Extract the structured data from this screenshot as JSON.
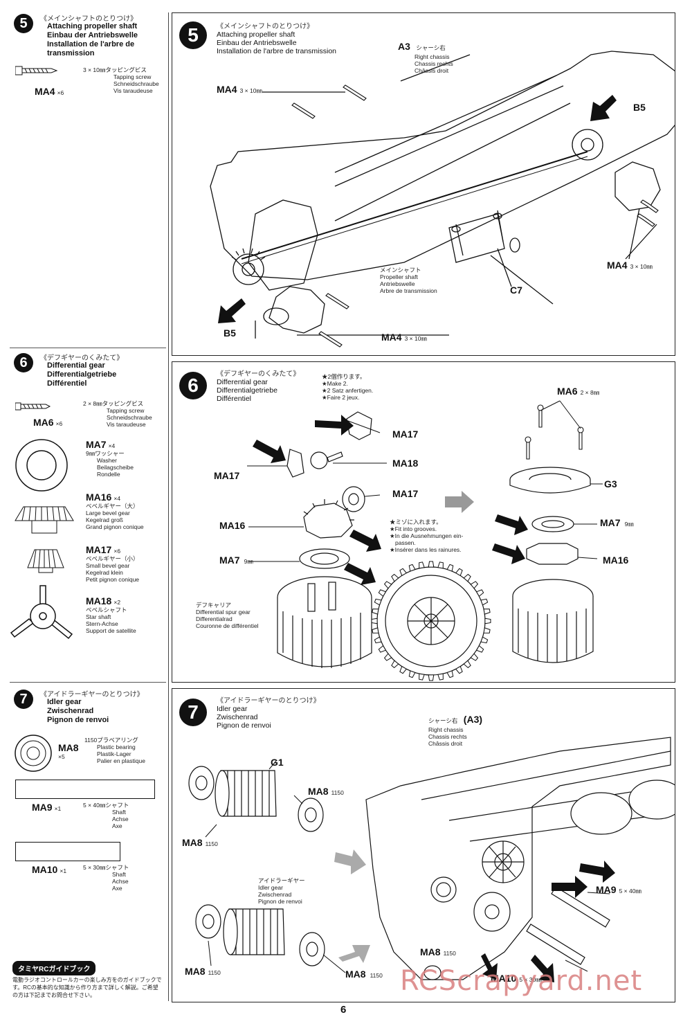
{
  "page_number": "6",
  "watermark": "RCScrapyard.net",
  "colors": {
    "ink": "#111111",
    "watermark": "#d97f7f"
  },
  "step5": {
    "number": "5",
    "jp": "《メインシャフトのとりつけ》",
    "title_en": "Attaching propeller shaft",
    "title_de": "Einbau der Antriebswelle",
    "title_fr": "Installation de l'arbre de transmission",
    "parts": [
      {
        "code": "MA4",
        "qty": "×6",
        "size_jp": "3 × 10㎜タッピングビス",
        "en": "Tapping screw",
        "de": "Schneidschraube",
        "fr": "Vis taraudeuse"
      }
    ],
    "diagram": {
      "labels": {
        "a3": "A3",
        "a3_jp": "シャーシ右",
        "a3_en": "Right chassis",
        "a3_de": "Chassis rechts",
        "a3_fr": "Châssis droit",
        "ma4_top": "MA4",
        "ma4_top_size": "3 × 10㎜",
        "b5_right": "B5",
        "b5_left": "B5",
        "ma4_right": "MA4",
        "ma4_right_size": "3 × 10㎜",
        "ma4_bottom": "MA4",
        "ma4_bottom_size": "3 × 10㎜",
        "c7": "C7",
        "shaft_jp": "メインシャフト",
        "shaft_en": "Propeller shaft",
        "shaft_de": "Antriebswelle",
        "shaft_fr": "Arbre de transmission"
      }
    }
  },
  "step6": {
    "number": "6",
    "jp": "《デフギヤーのくみたて》",
    "title_en": "Differential gear",
    "title_de": "Differentialgetriebe",
    "title_fr": "Différentiel",
    "parts": [
      {
        "code": "MA6",
        "qty": "×6",
        "size_jp": "2 × 8㎜タッピングビス",
        "en": "Tapping screw",
        "de": "Schneidschraube",
        "fr": "Vis taraudeuse"
      },
      {
        "code": "MA7",
        "qty": "×4",
        "size_jp": "9㎜ワッシャー",
        "en": "Washer",
        "de": "Beilagscheibe",
        "fr": "Rondelle"
      },
      {
        "code": "MA16",
        "qty": "×4",
        "size_jp": "ベベルギヤー（大）",
        "en": "Large bevel gear",
        "de": "Kegelrad groß",
        "fr": "Grand pignon conique"
      },
      {
        "code": "MA17",
        "qty": "×6",
        "size_jp": "ベベルギヤー（小）",
        "en": "Small bevel gear",
        "de": "Kegelrad klein",
        "fr": "Petit pignon conique"
      },
      {
        "code": "MA18",
        "qty": "×2",
        "size_jp": "ベベルシャフト",
        "en": "Star shaft",
        "de": "Stern-Achse",
        "fr": "Support de satellite"
      }
    ],
    "make2": {
      "jp": "★2個作ります。",
      "en": "★Make 2.",
      "de": "★2 Satz anfertigen.",
      "fr": "★Faire 2 jeux."
    },
    "grooves": {
      "jp": "★ミゾに入れます。",
      "en": "★Fit into grooves.",
      "de": "★In die Ausnehmungen ein-",
      "de2": "passen.",
      "fr": "★Insérer dans les rainures."
    },
    "diagram": {
      "labels": {
        "ma17_a": "MA17",
        "ma18": "MA18",
        "ma17_left": "MA17",
        "ma17_b": "MA17",
        "ma16": "MA16",
        "ma7": "MA7",
        "ma7_size": "9㎜",
        "carrier_jp": "デフキャリア",
        "carrier_en": "Differential spur gear",
        "carrier_de": "Differentialrad",
        "carrier_fr": "Couronne de différentiel",
        "ma6": "MA6",
        "ma6_size": "2 × 8㎜",
        "g3": "G3",
        "ma7_right": "MA7",
        "ma7_right_size": "9㎜",
        "ma16_right": "MA16"
      }
    }
  },
  "step7": {
    "number": "7",
    "jp": "《アイドラーギヤーのとりつけ》",
    "title_en": "Idler gear",
    "title_de": "Zwischenrad",
    "title_fr": "Pignon de renvoi",
    "parts": [
      {
        "code": "MA8",
        "qty": "×5",
        "size_jp": "1150プラベアリング",
        "en": "Plastic bearing",
        "de": "Plastik-Lager",
        "fr": "Palier en plastique"
      },
      {
        "code": "MA9",
        "qty": "×1",
        "size_jp": "5 × 40㎜シャフト",
        "en": "Shaft",
        "de": "Achse",
        "fr": "Axe"
      },
      {
        "code": "MA10",
        "qty": "×1",
        "size_jp": "5 × 30㎜シャフト",
        "en": "Shaft",
        "de": "Achse",
        "fr": "Axe"
      }
    ],
    "diagram": {
      "labels": {
        "chassis_jp": "シャーシ右",
        "chassis_code": "(A3)",
        "chassis_en": "Right chassis",
        "chassis_de": "Chassis rechts",
        "chassis_fr": "Châssis droit",
        "g1": "G1",
        "ma8_a": "MA8",
        "ma8_a_size": "1150",
        "ma8_b": "MA8",
        "ma8_b_size": "1150",
        "idler_jp": "アイドラーギヤー",
        "idler_en": "Idler gear",
        "idler_de": "Zwischenrad",
        "idler_fr": "Pignon de renvoi",
        "ma8_c": "MA8",
        "ma8_c_size": "1150",
        "ma8_d": "MA8",
        "ma8_d_size": "1150",
        "ma8_e": "MA8",
        "ma8_e_size": "1150",
        "ma9": "MA9",
        "ma9_size": "5 × 40㎜",
        "ma10": "MA10",
        "ma10_size": "5 × 30㎜"
      }
    }
  },
  "guidebook": {
    "title": "タミヤRCガイドブック",
    "text": "電動ラジオコントロールカーの楽しみ方をのガイドブックです。RCの基本的な知識から作り方まで詳しく解説。ご希望の方は下記までお問合せ下さい。"
  }
}
